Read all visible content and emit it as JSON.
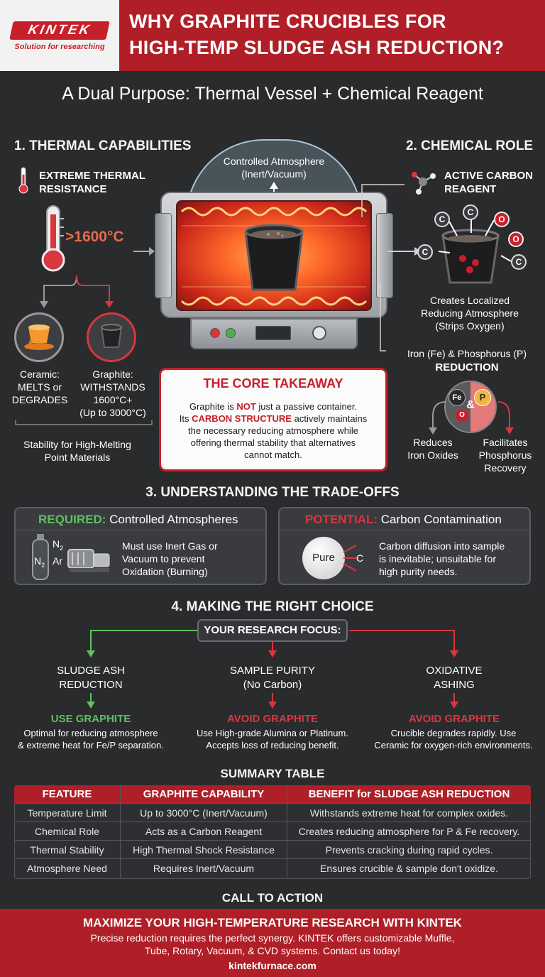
{
  "header": {
    "logo_text": "KINTEK",
    "logo_tagline": "Solution for researching",
    "title_line1": "WHY GRAPHITE CRUCIBLES FOR",
    "title_line2": "HIGH-TEMP SLUDGE ASH REDUCTION?"
  },
  "subtitle": "A Dual Purpose: Thermal Vessel + Chemical Reagent",
  "thermal": {
    "heading": "1. THERMAL CAPABILITIES",
    "resistance_line1": "EXTREME THERMAL",
    "resistance_line2": "RESISTANCE",
    "temp": ">1600°C",
    "ceramic_line1": "Ceramic:",
    "ceramic_line2": "MELTS or",
    "ceramic_line3": "DEGRADES",
    "graphite_line1": "Graphite:",
    "graphite_line2": "WITHSTANDS",
    "graphite_line3": "1600°C+",
    "graphite_line4": "(Up to 3000°C)",
    "stability_line1": "Stability for High-Melting",
    "stability_line2": "Point Materials"
  },
  "furnace": {
    "atmo_line1": "Controlled Atmosphere",
    "atmo_line2": "(Inert/Vacuum)"
  },
  "chemical": {
    "heading": "2. CHEMICAL ROLE",
    "reagent_line1": "ACTIVE CARBON",
    "reagent_line2": "REAGENT",
    "carbon_symbol": "C",
    "oxygen_symbol": "O",
    "local_line1": "Creates Localized",
    "local_line2": "Reducing Atmosphere",
    "local_line3": "(Strips Oxygen)",
    "fe_p_line1": "Iron (Fe) & Phosphorus (P)",
    "fe_p_line2": "REDUCTION",
    "fe_symbol": "Fe",
    "p_symbol": "P",
    "amp": "&",
    "iron_line1": "Reduces",
    "iron_line2": "Iron Oxides",
    "phos_line1": "Facilitates",
    "phos_line2": "Phosphorus",
    "phos_line3": "Recovery"
  },
  "takeaway": {
    "title": "THE CORE TAKEAWAY",
    "p1a": "Graphite is ",
    "p1b": "NOT",
    "p1c": " just a passive container.",
    "p2a": "Its ",
    "p2b": "CARBON STRUCTURE",
    "p2c": " actively maintains",
    "p3": "the necessary reducing atmosphere while",
    "p4": "offering thermal stability that alternatives",
    "p5": "cannot match."
  },
  "tradeoffs": {
    "heading": "3. UNDERSTANDING THE TRADE-OFFS",
    "req_label": "REQUIRED:",
    "req_title": " Controlled Atmospheres",
    "req_line1": "Must use Inert Gas or",
    "req_line2": "Vacuum to prevent",
    "req_line3": "Oxidation (Burning)",
    "gas_n2": "N",
    "gas_sub": "2",
    "gas_ar": "Ar",
    "pot_label": "POTENTIAL:",
    "pot_title": " Carbon Contamination",
    "pure": "Pure",
    "c_symbol": "C",
    "pot_line1": "Carbon diffusion into sample",
    "pot_line2": "is inevitable; unsuitable for",
    "pot_line3": "high purity needs."
  },
  "choice": {
    "heading": "4. MAKING THE RIGHT CHOICE",
    "focus": "YOUR RESEARCH FOCUS:",
    "a_line1": "SLUDGE ASH",
    "a_line2": "REDUCTION",
    "a_verdict": "USE GRAPHITE",
    "a_desc1": "Optimal for reducing atmosphere",
    "a_desc2": "& extreme heat for Fe/P separation.",
    "b_line1": "SAMPLE PURITY",
    "b_line2": "(No Carbon)",
    "b_verdict": "AVOID GRAPHITE",
    "b_desc1": "Use High-grade Alumina or Platinum.",
    "b_desc2": "Accepts loss of reducing benefit.",
    "c_line1": "OXIDATIVE",
    "c_line2": "ASHING",
    "c_verdict": "AVOID GRAPHITE",
    "c_desc1": "Crucible degrades rapidly. Use",
    "c_desc2": "Ceramic for oxygen-rich environments."
  },
  "table": {
    "heading": "SUMMARY TABLE",
    "headers": [
      "FEATURE",
      "GRAPHITE CAPABILITY",
      "BENEFIT for SLUDGE ASH REDUCTION"
    ],
    "rows": [
      [
        "Temperature Limit",
        "Up to 3000°C (Inert/Vacuum)",
        "Withstands extreme heat for complex oxides."
      ],
      [
        "Chemical Role",
        "Acts as a Carbon Reagent",
        "Creates reducing atmosphere for P & Fe recovery."
      ],
      [
        "Thermal Stability",
        "High Thermal Shock Resistance",
        "Prevents cracking during rapid cycles."
      ],
      [
        "Atmosphere Need",
        "Requires Inert/Vacuum",
        "Ensures crucible & sample don't oxidize."
      ]
    ]
  },
  "cta": {
    "heading": "CALL TO ACTION",
    "title": "MAXIMIZE YOUR HIGH-TEMPERATURE RESEARCH WITH KINTEK",
    "line1": "Precise reduction requires the perfect synergy. KINTEK offers customizable Muffle,",
    "line2": "Tube, Rotary, Vacuum, & CVD systems. Contact us today!",
    "url": "kintekfurnace.com"
  }
}
